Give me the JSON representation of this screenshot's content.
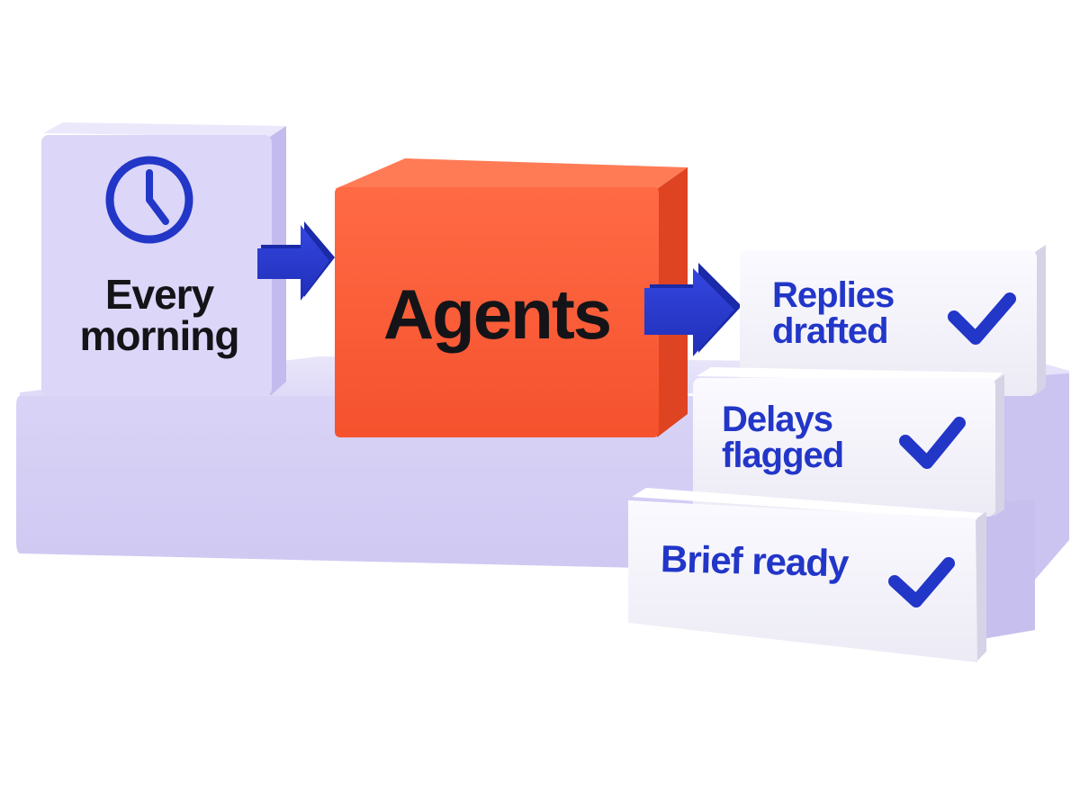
{
  "trigger": {
    "label": "Every\nmorning",
    "icon": "clock-icon"
  },
  "process": {
    "label": "Agents"
  },
  "outputs": [
    {
      "label": "Replies\ndrafted",
      "icon": "checkmark-icon"
    },
    {
      "label": "Delays\nflagged",
      "icon": "checkmark-icon"
    },
    {
      "label": "Brief ready",
      "icon": "checkmark-icon"
    }
  ],
  "colors": {
    "lavender": "#d9d4f7",
    "orange": "#fb5a36",
    "accent_blue": "#2236c8",
    "white_block": "#f4f3fa",
    "text_dark": "#141418"
  }
}
